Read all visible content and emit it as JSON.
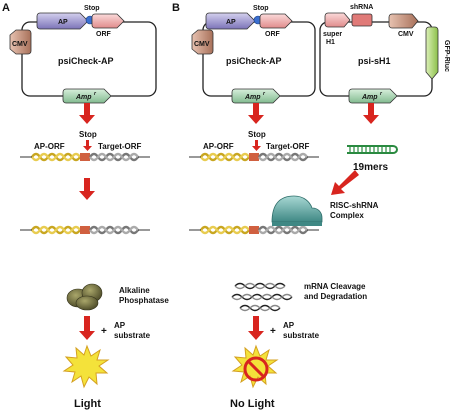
{
  "panels": {
    "a": {
      "letter": "A"
    },
    "b": {
      "letter": "B"
    }
  },
  "plasmid_a": {
    "name": "psiCheck-AP",
    "parts": {
      "ap": "AP",
      "stop": "Stop",
      "orf": "ORF",
      "cmv": "CMV",
      "amp": "Amp"
    },
    "amp_superscript": "r"
  },
  "plasmid_b1": {
    "name": "psiCheck-AP",
    "parts": {
      "ap": "AP",
      "stop": "Stop",
      "orf": "ORF",
      "cmv": "CMV",
      "amp": "Amp"
    },
    "amp_superscript": "r"
  },
  "plasmid_b2": {
    "name": "psi-sH1",
    "parts": {
      "shrna": "shRNA",
      "super_h1_line1": "super",
      "super_h1_line2": "H1",
      "cmv": "CMV",
      "gfp_rluc": "GFP-Rluc",
      "amp": "Amp"
    },
    "amp_superscript": "r"
  },
  "construct_a": {
    "stop": "Stop",
    "ap_orf": "AP-ORF",
    "target_orf": "Target-ORF"
  },
  "construct_b": {
    "stop": "Stop",
    "ap_orf": "AP-ORF",
    "target_orf": "Target-ORF"
  },
  "hairpin": {
    "label": "19mers"
  },
  "risc": {
    "line1": "RISC-shRNA",
    "line2": "Complex"
  },
  "outcome_a": {
    "enzyme_line1": "Alkaline",
    "enzyme_line2": "Phosphatase",
    "plus": "+",
    "substrate_line1": "AP",
    "substrate_line2": "substrate",
    "result": "Light"
  },
  "outcome_b": {
    "mrna_line1": "mRNA Cleavage",
    "mrna_line2": "and Degradation",
    "plus": "+",
    "substrate_line1": "AP",
    "substrate_line2": "substrate",
    "result": "No Light"
  },
  "colors": {
    "arrow_red": "#d8251f",
    "ap_purple": "#8c84c4",
    "orf_pink": "#f0a8a8",
    "cmv_brown": "#c08a70",
    "amp_green": "#9fcfa8",
    "gfp_green": "#a4d46a",
    "shrna_red": "#e07a78",
    "helix_yellow": "#e2c23a",
    "helix_gray": "#8a8a8a",
    "risc_teal": "#5fa8a4",
    "ap_enzyme_olive": "#6d6a3a",
    "light_yellow": "#f4e23a",
    "no_red": "#d8251f"
  },
  "icons": [
    "red-arrow-icon",
    "plasmid-icon",
    "helix-icon",
    "hairpin-icon",
    "risc-complex-icon",
    "enzyme-icon",
    "light-burst-icon",
    "no-symbol-icon"
  ]
}
